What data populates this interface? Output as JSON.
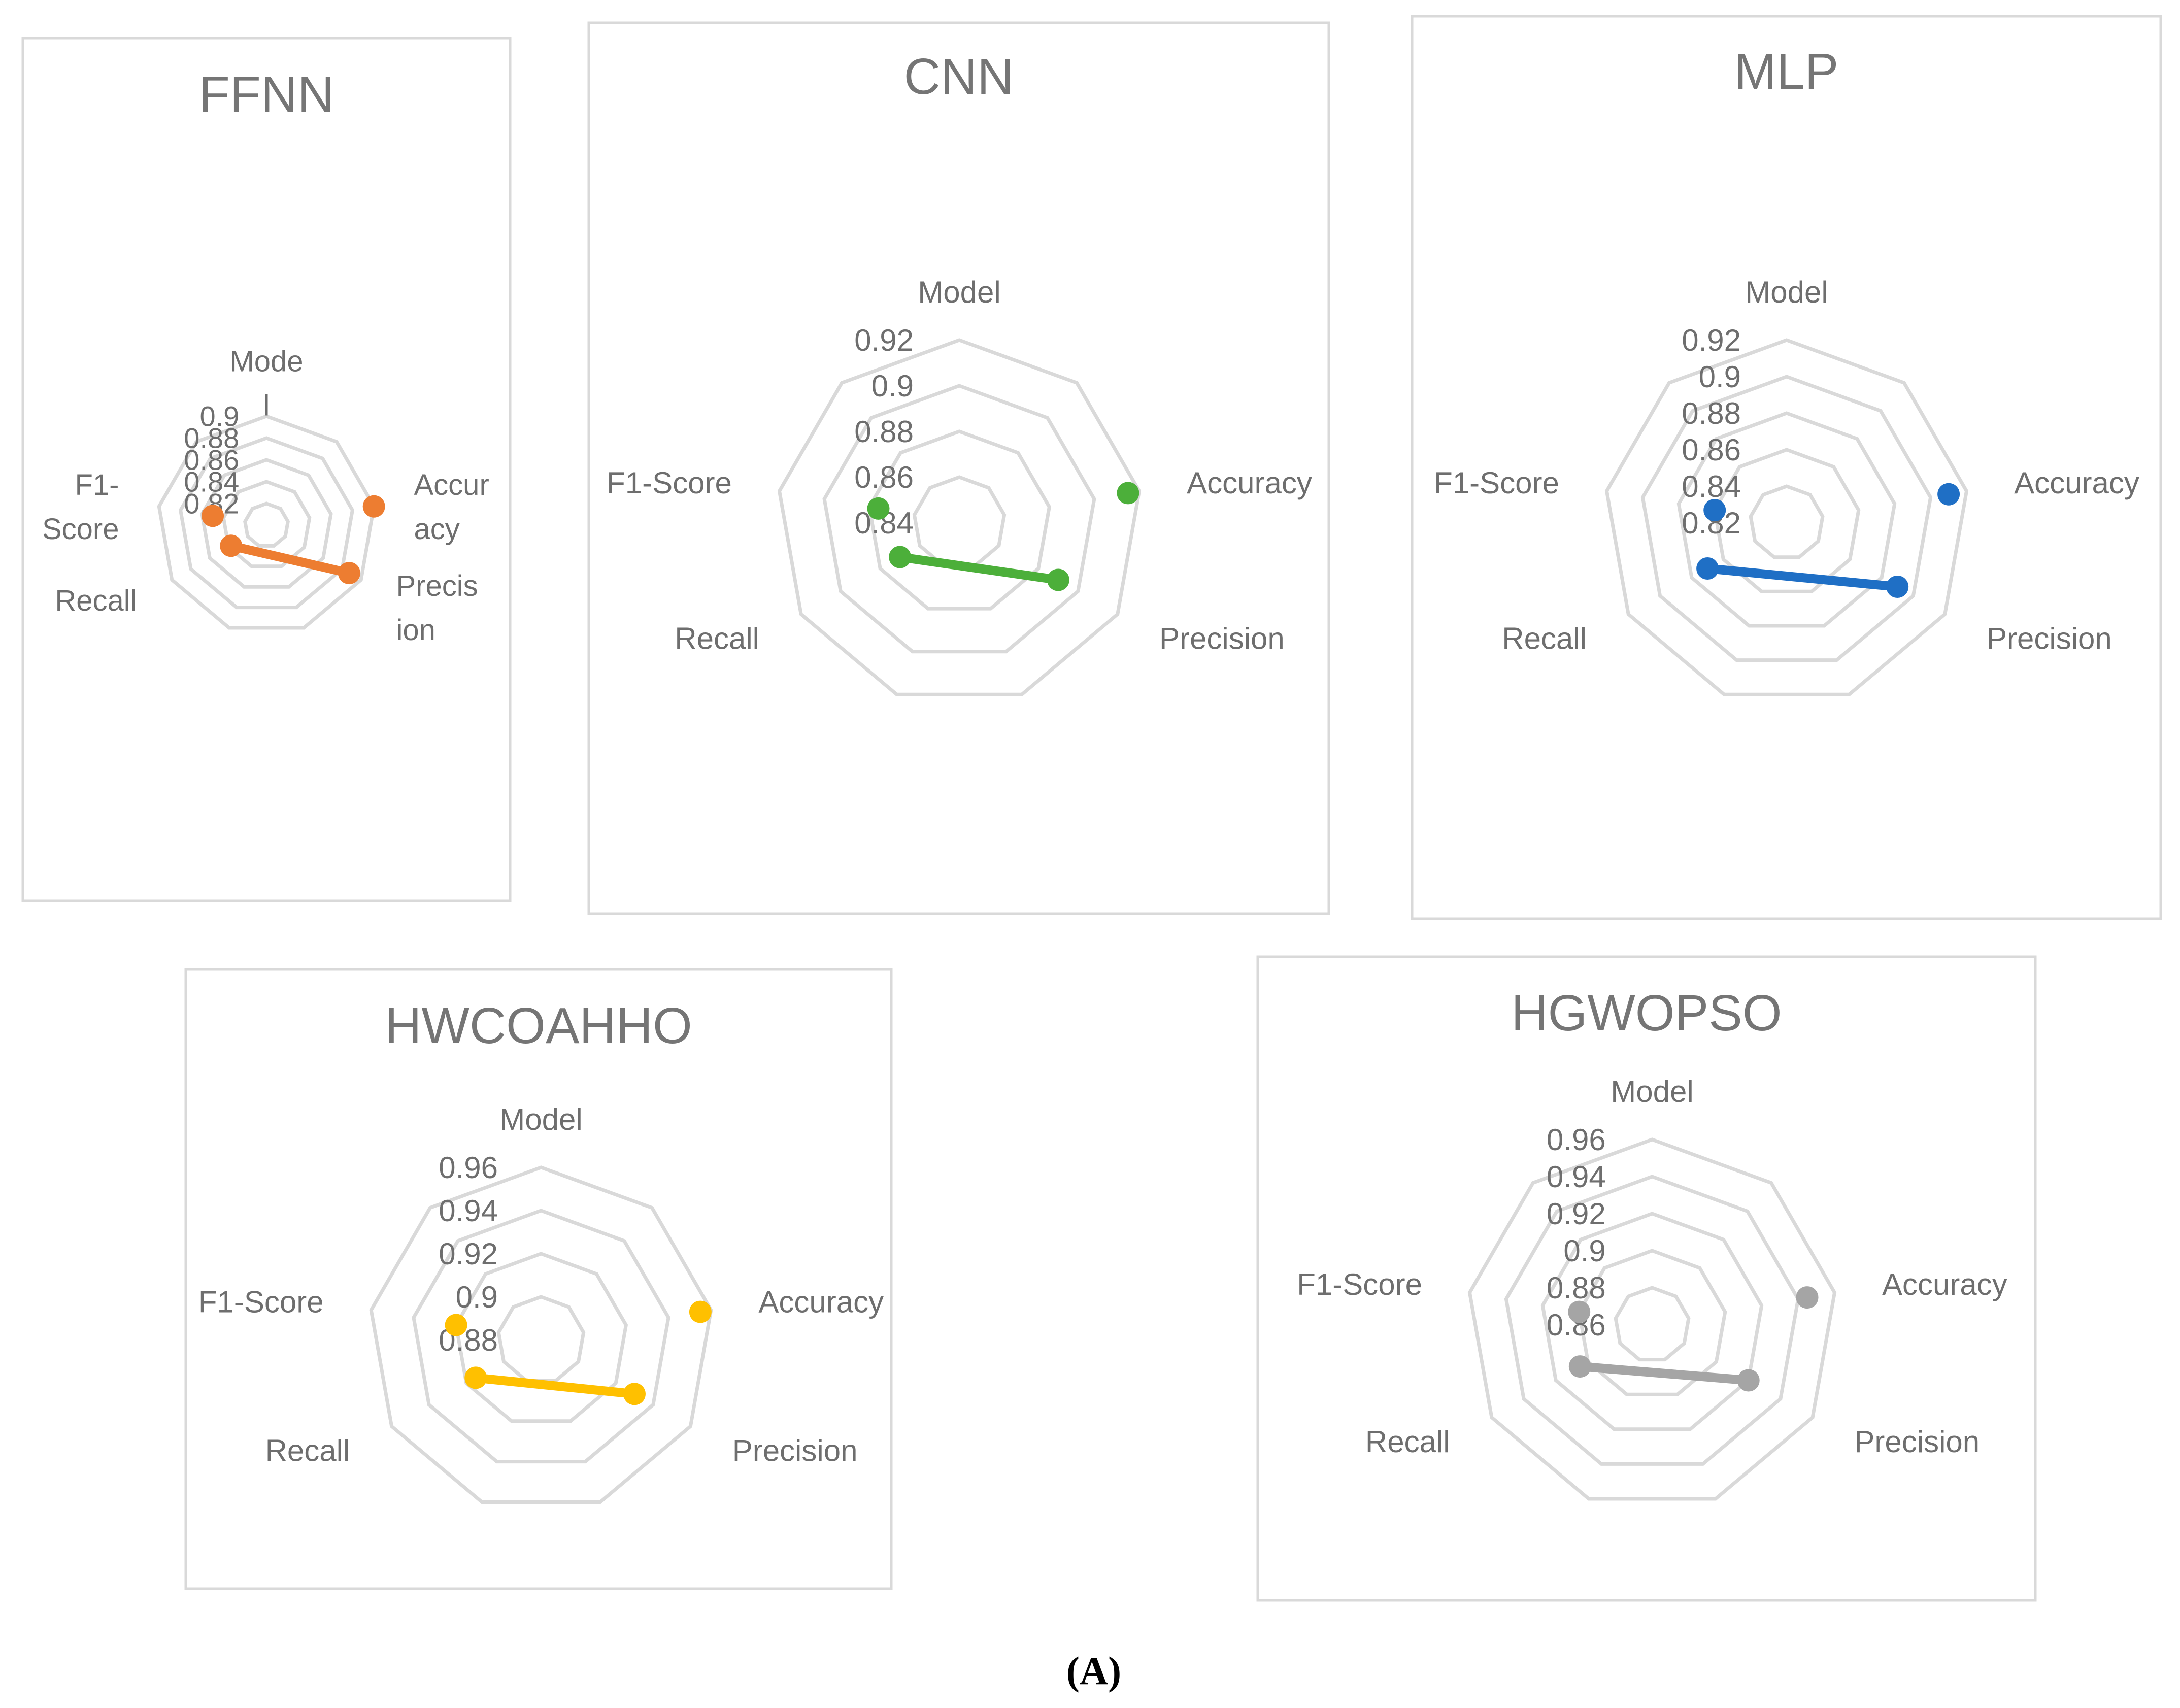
{
  "figure": {
    "caption": "(A)"
  },
  "chart_data": [
    {
      "type": "radar",
      "title": "FFNN",
      "axes": [
        "Mode\nl",
        "Accur\nacy",
        "Precis\nion",
        "Recall",
        "F1-\nScore"
      ],
      "ticks": [
        "0.9",
        "0.88",
        "0.86",
        "0.84",
        "0.82"
      ],
      "rmin": 0.82,
      "rmax": 0.9,
      "values": [
        null,
        0.9,
        0.89,
        0.85,
        0.86
      ],
      "color": "#ED7D31",
      "line_segments": [
        [
          2,
          3
        ]
      ]
    },
    {
      "type": "radar",
      "title": "CNN",
      "axes": [
        "Model",
        "Accuracy",
        "Precision",
        "Recall",
        "F1-Score"
      ],
      "ticks": [
        "0.92",
        "0.9",
        "0.88",
        "0.86",
        "0.84"
      ],
      "rmin": 0.84,
      "rmax": 0.92,
      "values": [
        null,
        0.915,
        0.89,
        0.87,
        0.876
      ],
      "color": "#4CAF3A",
      "line_segments": [
        [
          2,
          3
        ]
      ]
    },
    {
      "type": "radar",
      "title": "MLP",
      "axes": [
        "Model",
        "Accuracy",
        "Precision",
        "Recall",
        "F1-Score"
      ],
      "ticks": [
        "0.92",
        "0.9",
        "0.88",
        "0.86",
        "0.84",
        "0.82"
      ],
      "rmin": 0.82,
      "rmax": 0.92,
      "values": [
        null,
        0.91,
        0.89,
        0.87,
        0.86
      ],
      "color": "#1F6FC5",
      "line_segments": [
        [
          2,
          3
        ]
      ]
    },
    {
      "type": "radar",
      "title": "HWCOAHHO",
      "axes": [
        "Model",
        "Accuracy",
        "Precision",
        "Recall",
        "F1-Score"
      ],
      "ticks": [
        "0.96",
        "0.94",
        "0.92",
        "0.9",
        "0.88"
      ],
      "rmin": 0.88,
      "rmax": 0.96,
      "values": [
        null,
        0.955,
        0.93,
        0.915,
        0.92
      ],
      "color": "#FFC000",
      "line_segments": [
        [
          2,
          3
        ]
      ]
    },
    {
      "type": "radar",
      "title": "HGWOPSO",
      "axes": [
        "Model",
        "Accuracy",
        "Precision",
        "Recall",
        "F1-Score"
      ],
      "ticks": [
        "0.96",
        "0.94",
        "0.92",
        "0.9",
        "0.88",
        "0.86"
      ],
      "rmin": 0.86,
      "rmax": 0.96,
      "values": [
        null,
        0.945,
        0.92,
        0.905,
        0.9
      ],
      "color": "#A5A5A5",
      "line_segments": [
        [
          2,
          3
        ]
      ]
    }
  ]
}
